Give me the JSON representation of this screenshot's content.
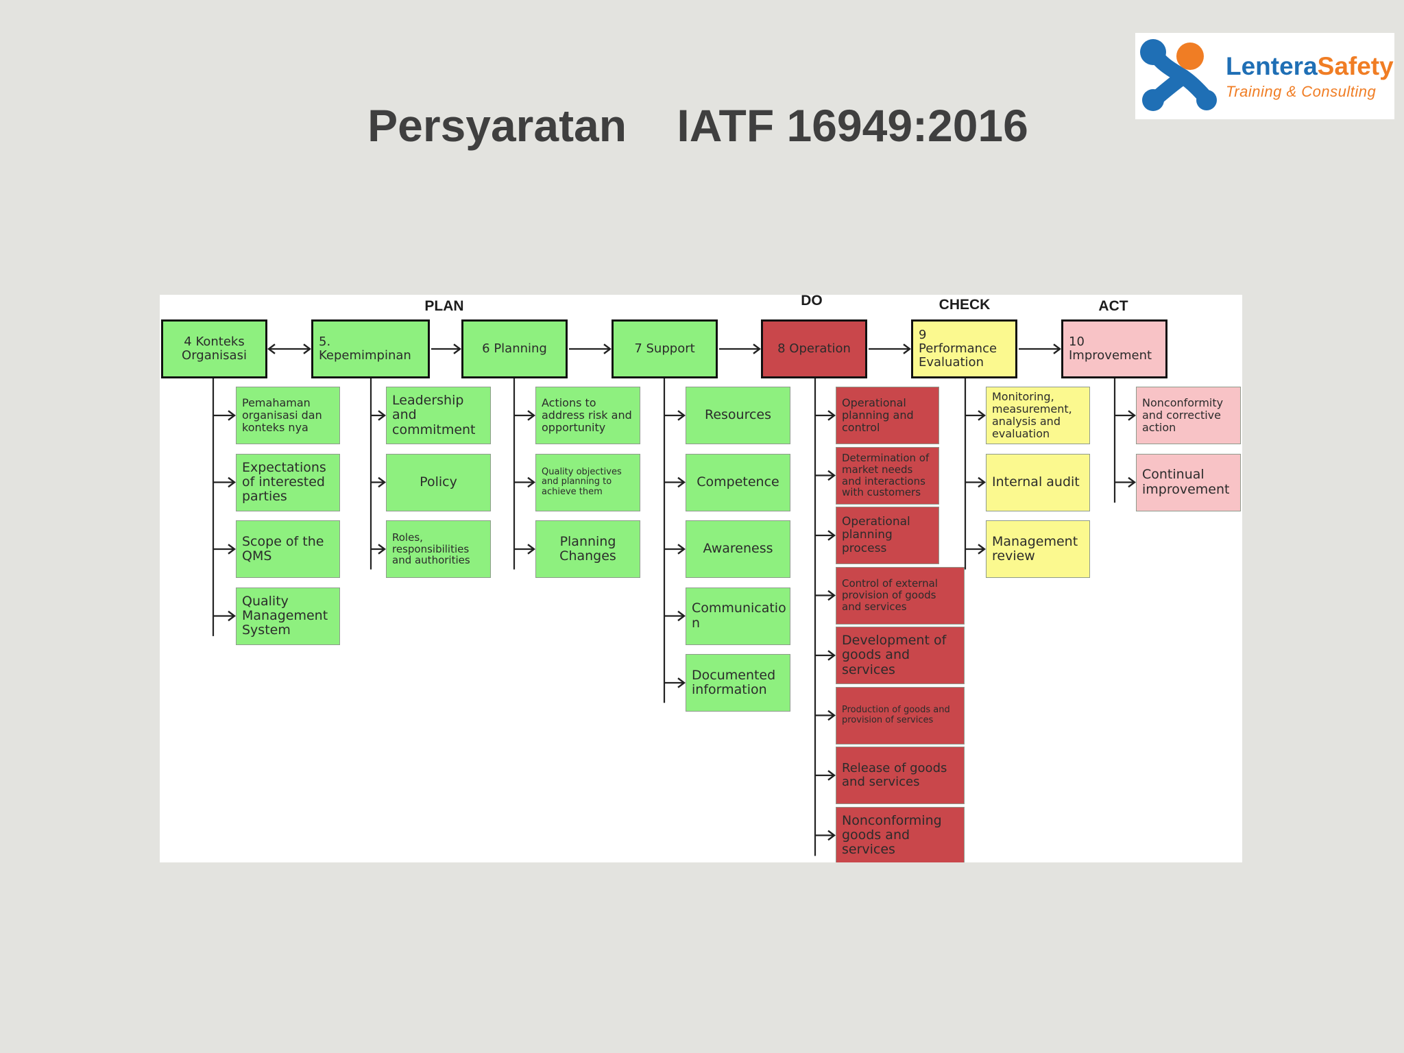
{
  "title": "Persyaratan    IATF 16949:2016",
  "logo": {
    "name_part1": "Lentera",
    "name_part2": "Safety",
    "tagline": "Training & Consulting",
    "colors": {
      "blue": "#1f6fb5",
      "orange": "#f07d24"
    }
  },
  "phases": {
    "plan": "PLAN",
    "do": "DO",
    "check": "CHECK",
    "act": "ACT"
  },
  "colors": {
    "green": "#8ef07f",
    "red": "#c9474b",
    "yellow": "#fbf98f",
    "pink": "#f8c3c6"
  },
  "columns": [
    {
      "header": "4 Konteks\nOrganisasi",
      "items": [
        "Pemahaman organisasi dan konteks nya",
        "Expectations of interested parties",
        "Scope of the QMS",
        "Quality Management System"
      ]
    },
    {
      "header": "5.\nKepemimpinan",
      "items": [
        "Leadership and commitment",
        "Policy",
        "Roles, responsibilities and authorities"
      ]
    },
    {
      "header": "6 Planning",
      "items": [
        "Actions to address risk and opportunity",
        "Quality objectives and planning to achieve them",
        "Planning Changes"
      ]
    },
    {
      "header": "7 Support",
      "items": [
        "Resources",
        "Competence",
        "Awareness",
        "Communicatio n",
        "Documented information"
      ]
    },
    {
      "header": "8 Operation",
      "items": [
        "Operational planning and control",
        "Determination of market needs and interactions with customers",
        "Operational planning process",
        "Control of external provision of goods and services",
        "Development of goods and services",
        "Production of goods and provision of services",
        "Release of goods and services",
        "Nonconforming goods and services"
      ]
    },
    {
      "header": "9\nPerformance\nEvaluation",
      "items": [
        "Monitoring, measurement, analysis and evaluation",
        "Internal audit",
        "Management review"
      ]
    },
    {
      "header": "10\nImprovement",
      "items": [
        "Nonconformity and corrective action",
        "Continual improvement"
      ]
    }
  ]
}
